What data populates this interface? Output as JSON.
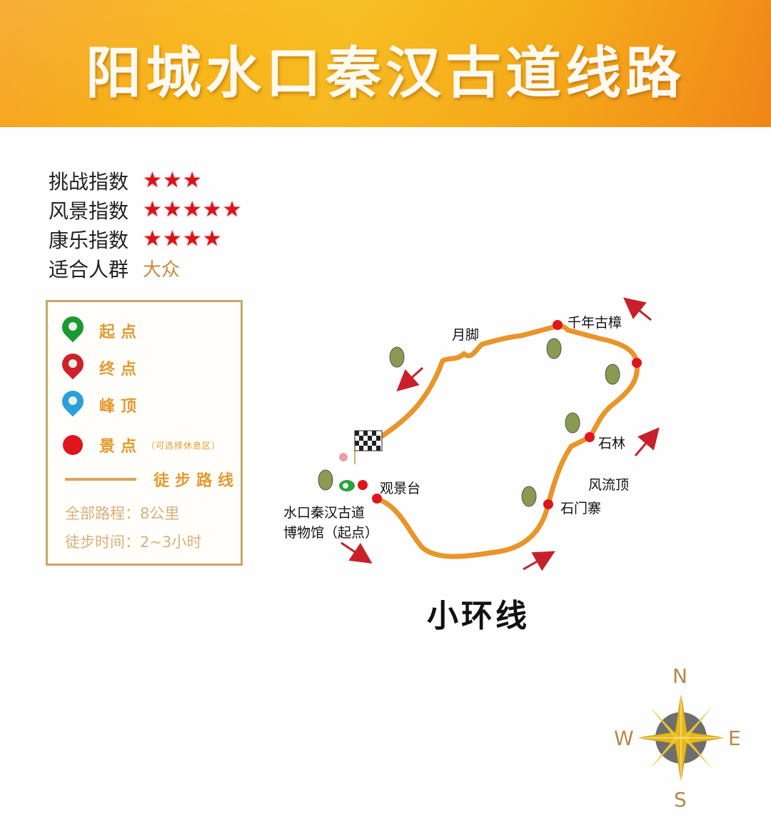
{
  "header": {
    "title": "阳城水口秦汉古道线路",
    "bg_color": "#f7b51c"
  },
  "ratings": [
    {
      "label": "挑战指数",
      "stars": "★★★",
      "count": 3
    },
    {
      "label": "风景指数",
      "stars": "★★★★★",
      "count": 5
    },
    {
      "label": "康乐指数",
      "stars": "★★★★",
      "count": 4
    },
    {
      "label": "适合人群",
      "value": "大众"
    }
  ],
  "legend": {
    "items": [
      {
        "icon": "green-pin-icon",
        "label": "起点",
        "color": "#1a9a2e"
      },
      {
        "icon": "red-pin-icon",
        "label": "终点",
        "color": "#d0202a"
      },
      {
        "icon": "blue-pin-icon",
        "label": "峰顶",
        "color": "#2a9fd8"
      },
      {
        "icon": "red-dot-icon",
        "label": "景点",
        "note": "（可选择休息区）",
        "color": "#e0141b"
      },
      {
        "icon": "orange-line-icon",
        "label": "徒步路线",
        "color": "#e8952a"
      }
    ],
    "distance": "全部路程：8公里",
    "duration": "徒步时间：2~3小时"
  },
  "map": {
    "route_color": "#e8952a",
    "labels": {
      "yuejiao": "月脚",
      "qiannian": "千年古樟",
      "shilin": "石林",
      "fengliuding": "风流顶",
      "shimenzhai": "石门寨",
      "guanjingtai": "观景台",
      "museum_line1": "水口秦汉古道",
      "museum_line2": "博物馆（起点）"
    },
    "route_name": "小环线"
  },
  "compass": {
    "n": "N",
    "e": "E",
    "s": "S",
    "w": "W"
  }
}
